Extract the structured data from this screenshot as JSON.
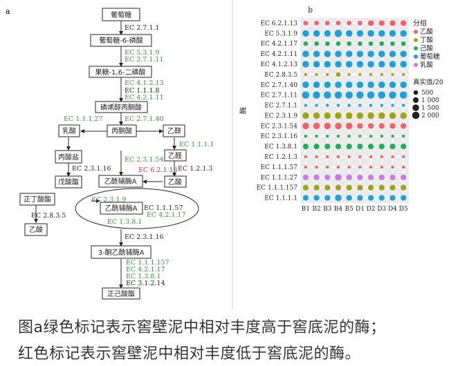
{
  "panel_a": {
    "label": "a",
    "colors": {
      "black": "#222222",
      "green": "#3a8f3a",
      "red": "#d32f2f"
    },
    "nodes": {
      "glucose": "葡萄糖",
      "g6p": "葡萄糖-6-磷酸",
      "f16bp": "果糖-1,6-二磷酸",
      "pep": "磷烯醇丙酮酸",
      "lactic": "乳酸",
      "pyruvate": "丙酮酸",
      "ethanol": "乙醇",
      "propanoate": "丙酸盐",
      "acetaldehyde": "乙醛",
      "valerate": "戊酸酯",
      "acetylcoa": "乙酰辅酶A",
      "acetic": "乙酸",
      "butanoic": "正丁酸酯",
      "acetic2": "乙酸",
      "acetylcoa2": "乙酰辅酶A",
      "ketohexanoyl": "3-酮乙酰辅酶A",
      "hexanoate": "正己酸酯"
    },
    "labels": {
      "ec_27111": "EC 2.7.1.1",
      "ec_5319": "EC 5.3.1.9",
      "ec_27111b": "EC 2.7.1.11",
      "ec_41213": "EC 4.1.2.13",
      "ec_1118": "EC 1.1.1.8",
      "ec_42111": "EC 4.2.1.11",
      "ec_11127": "EC 1.1.1.27",
      "ec_27140": "EC 2.7.1.40",
      "ec_1111": "EC 1.1.1.1",
      "ec_23154": "EC 2.3.1.54",
      "ec_23116": "EC 2.3.1.16",
      "ec_62113": "EC 6.2.1.13",
      "ec_1213": "EC 1.2.1.3",
      "ec_2319": "EC 2.3.1.9",
      "ec_11157": "EC 1.1.1.57",
      "ec_42117": "EC 4.2.1.17",
      "ec_2835": "EC 2.8.3.5",
      "ec_1381": "EC 1.3.8.1",
      "ec_23116b": "EC 2.3.1.16",
      "ec_111157": "EC 1.1.1.157",
      "ec_42117b": "EC 4.2.1.17",
      "ec_1381b": "EC 1.3.8.1",
      "ec_31214": "EC 3.1.2.14"
    }
  },
  "chart_data": {
    "type": "dot",
    "panel_label": "b",
    "ylabel": "酶",
    "categories": [
      "B1",
      "B2",
      "B3",
      "B4",
      "B5",
      "D1",
      "D2",
      "D3",
      "D4",
      "D5"
    ],
    "enzymes": [
      {
        "name": "EC 6.2.1.13",
        "group": "乙酸",
        "values": [
          500,
          500,
          500,
          500,
          500,
          500,
          1000,
          1000,
          1000,
          1000
        ]
      },
      {
        "name": "EC 5.3.1.9",
        "group": "葡萄糖",
        "values": [
          1500,
          1500,
          1500,
          2000,
          1500,
          1500,
          1500,
          1500,
          1500,
          1500
        ]
      },
      {
        "name": "EC 4.2.1.17",
        "group": "己酸",
        "values": [
          500,
          500,
          500,
          500,
          500,
          500,
          500,
          500,
          500,
          500
        ]
      },
      {
        "name": "EC 4.2.1.11",
        "group": "葡萄糖",
        "values": [
          1500,
          1500,
          1500,
          1500,
          1500,
          1500,
          1500,
          1500,
          1500,
          1500
        ]
      },
      {
        "name": "EC 4.1.2.13",
        "group": "葡萄糖",
        "values": [
          1500,
          1500,
          1500,
          1500,
          1500,
          1500,
          1500,
          1500,
          1500,
          1500
        ]
      },
      {
        "name": "EC 2.8.3.5",
        "group": "丁酸",
        "values": [
          100,
          100,
          100,
          500,
          100,
          100,
          100,
          100,
          100,
          100
        ]
      },
      {
        "name": "EC 2.7.1.40",
        "group": "葡萄糖",
        "values": [
          1500,
          1500,
          1500,
          1500,
          1500,
          1500,
          1500,
          1500,
          1500,
          1500
        ]
      },
      {
        "name": "EC 2.7.1.11",
        "group": "葡萄糖",
        "values": [
          2000,
          2000,
          2000,
          2000,
          2000,
          2000,
          2000,
          2000,
          2000,
          2000
        ]
      },
      {
        "name": "EC 2.7.1.1",
        "group": "葡萄糖",
        "values": [
          100,
          100,
          100,
          100,
          100,
          100,
          100,
          100,
          100,
          100
        ]
      },
      {
        "name": "EC 2.3.1.9",
        "group": "丁酸",
        "values": [
          1500,
          1500,
          1500,
          1500,
          1500,
          1500,
          1500,
          1500,
          1500,
          1500
        ]
      },
      {
        "name": "EC 2.3.1.54",
        "group": "乙酸",
        "values": [
          1500,
          1500,
          1500,
          1500,
          1500,
          1000,
          1000,
          1000,
          1000,
          1000
        ]
      },
      {
        "name": "EC 2.3.1.16",
        "group": "己酸",
        "values": [
          100,
          100,
          100,
          100,
          100,
          100,
          100,
          100,
          100,
          100
        ]
      },
      {
        "name": "EC 1.3.8.1",
        "group": "己酸",
        "values": [
          1000,
          1000,
          1000,
          1000,
          1000,
          1000,
          1000,
          1000,
          1000,
          1000
        ]
      },
      {
        "name": "EC 1.2.1.3",
        "group": "乙酸",
        "values": [
          100,
          100,
          100,
          100,
          100,
          100,
          100,
          100,
          100,
          100
        ]
      },
      {
        "name": "EC 1.1.1.57",
        "group": "乙酸",
        "values": [
          100,
          100,
          100,
          100,
          100,
          100,
          100,
          100,
          100,
          100
        ]
      },
      {
        "name": "EC 1.1.1.27",
        "group": "乳酸",
        "values": [
          1000,
          1000,
          1000,
          1500,
          1000,
          1000,
          1000,
          1000,
          1000,
          1000
        ]
      },
      {
        "name": "EC 1.1.1.157",
        "group": "丁酸",
        "values": [
          1000,
          1000,
          1000,
          1000,
          1000,
          1000,
          1000,
          1000,
          1000,
          1000
        ]
      },
      {
        "name": "EC 1.1.1.1",
        "group": "葡萄糖",
        "values": [
          1000,
          1000,
          1000,
          1500,
          1000,
          1000,
          1000,
          1000,
          1000,
          1000
        ]
      }
    ],
    "legend_color": {
      "title": "分组",
      "items": [
        {
          "label": "乙酸",
          "color": "#f0616a"
        },
        {
          "label": "丁酸",
          "color": "#a3a316"
        },
        {
          "label": "己酸",
          "color": "#1fae5b"
        },
        {
          "label": "葡萄糖",
          "color": "#1ea0db"
        },
        {
          "label": "乳酸",
          "color": "#c77ce0"
        }
      ]
    },
    "legend_size": {
      "title": "真实值/20",
      "items": [
        {
          "label": "500",
          "value": 500
        },
        {
          "label": "1 000",
          "value": 1000
        },
        {
          "label": "1 500",
          "value": 1500
        },
        {
          "label": "2 000",
          "value": 2000
        }
      ]
    },
    "grid": true,
    "background": "#ebebeb",
    "legend_position": "right"
  },
  "caption": {
    "line1": "图a绿色标记表示窖壁泥中相对丰度高于窖底泥的酶；",
    "line2": "红色标记表示窖壁泥中相对丰度低于窖底泥的酶。"
  }
}
